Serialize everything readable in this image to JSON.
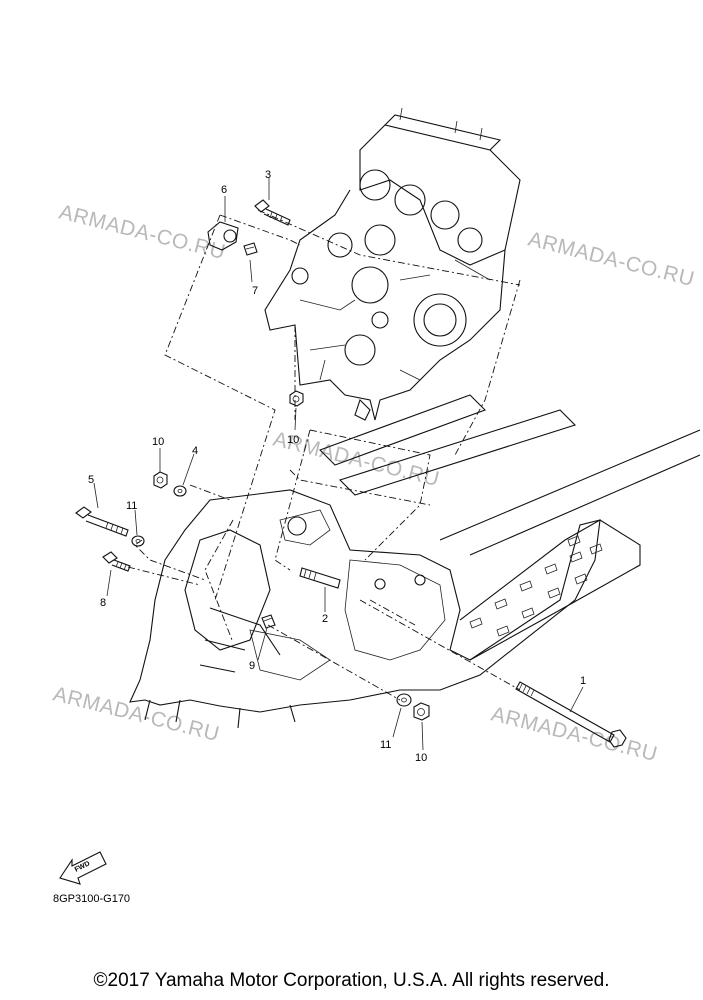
{
  "watermarks": [
    "ARMADA-CO.RU",
    "ARMADA-CO.RU",
    "ARMADA-CO.RU",
    "ARMADA-CO.RU",
    "ARMADA-CO.RU"
  ],
  "callouts": {
    "c1": "1",
    "c2": "2",
    "c3": "3",
    "c4": "4",
    "c5": "5",
    "c6": "6",
    "c7": "7",
    "c8": "8",
    "c9": "9",
    "c10a": "10",
    "c10b": "10",
    "c10c": "10",
    "c11a": "11",
    "c11b": "11"
  },
  "fwd_label": "FWD",
  "diagram_code": "8GP3100-G170",
  "copyright": "©2017 Yamaha Motor Corporation, U.S.A. All rights reserved."
}
